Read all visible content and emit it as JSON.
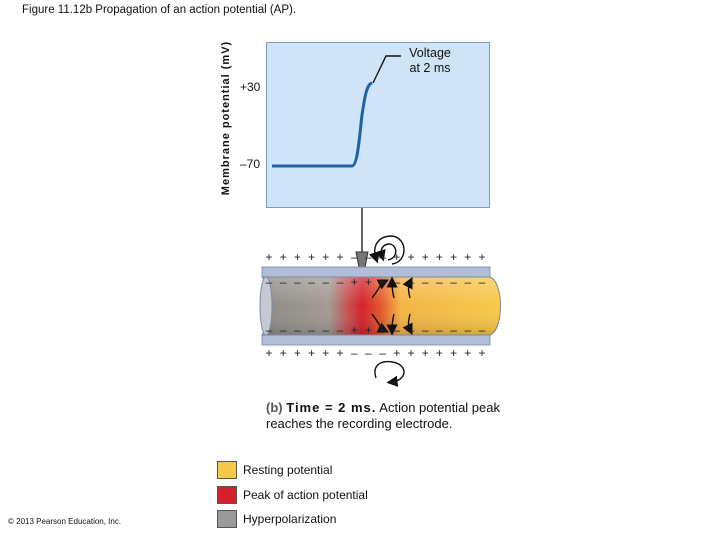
{
  "figure": {
    "title": "Figure 11.12b Propagation of an action potential (AP).",
    "y_axis_label": "Membrane potential (mV)",
    "tick_plus30": "+30",
    "tick_minus70": "–70",
    "voltage_label_line1": "Voltage",
    "voltage_label_line2": "at 2 ms"
  },
  "axon": {
    "top_charges": [
      "+",
      "+",
      "+",
      "+",
      "+",
      "+",
      "–",
      "–",
      "–",
      "+",
      "+",
      "+",
      "+",
      "+",
      "+",
      "+"
    ],
    "inner_top_charges": [
      "–",
      "–",
      "–",
      "–",
      "–",
      "–",
      "+",
      "+",
      "+",
      "–",
      "–",
      "–",
      "–",
      "–",
      "–",
      "–"
    ],
    "inner_bottom_charges": [
      "–",
      "–",
      "–",
      "–",
      "–",
      "–",
      "+",
      "+",
      "+",
      "–",
      "–",
      "–",
      "–",
      "–",
      "–",
      "–"
    ],
    "bottom_charges": [
      "+",
      "+",
      "+",
      "+",
      "+",
      "+",
      "–",
      "–",
      "–",
      "+",
      "+",
      "+",
      "+",
      "+",
      "+",
      "+"
    ]
  },
  "caption": {
    "tag": "(b)",
    "head": "Time = 2 ms.",
    "text": " Action potential peak reaches the recording electrode."
  },
  "legend": {
    "resting": {
      "label": "Resting potential",
      "color": "#f7c948"
    },
    "peak": {
      "label": "Peak of action potential",
      "color": "#d4202a"
    },
    "hyper": {
      "label": "Hyperpolarization",
      "color": "#9a9a9a"
    }
  },
  "copyright": "© 2013 Pearson Education, Inc."
}
